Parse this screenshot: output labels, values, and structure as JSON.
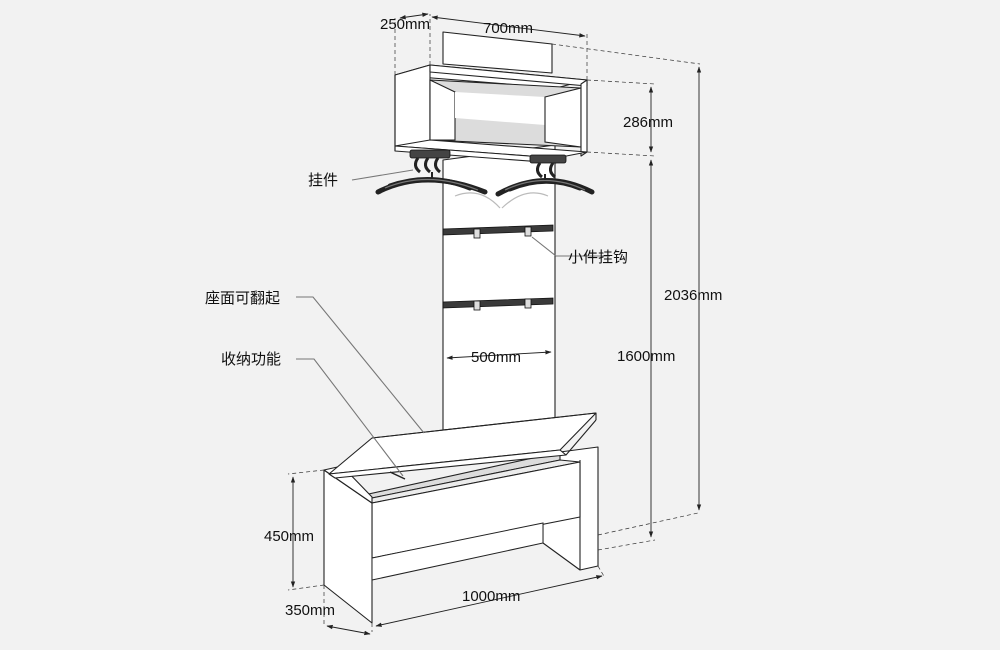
{
  "dimensions": {
    "shelf_depth": "250mm",
    "shelf_width": "700mm",
    "shelf_height": "286mm",
    "total_height": "2036mm",
    "panel_height": "1600mm",
    "panel_width": "500mm",
    "bench_height": "450mm",
    "bench_depth": "350mm",
    "bench_width": "1000mm"
  },
  "callouts": {
    "hanger": "挂件",
    "small_hooks": "小件挂钩",
    "flip_seat": "座面可翻起",
    "storage": "收纳功能"
  }
}
